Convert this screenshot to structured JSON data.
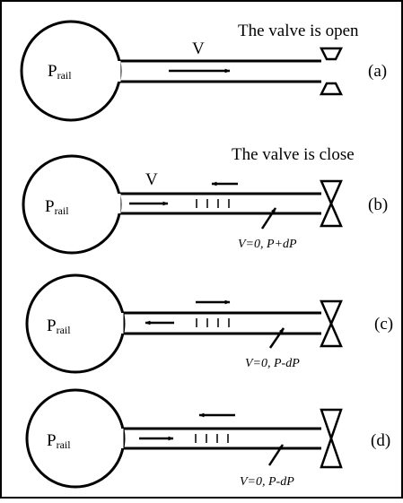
{
  "panels": [
    {
      "id": "a",
      "label": "(a)",
      "header": "The valve is open",
      "rail_main": "P",
      "rail_sub": "rail",
      "velocity_label": "V",
      "condition": "",
      "valve_state": "open"
    },
    {
      "id": "b",
      "label": "(b)",
      "header": "The valve is close",
      "rail_main": "P",
      "rail_sub": "rail",
      "velocity_label": "V",
      "condition": "V=0, P+dP",
      "valve_state": "closed"
    },
    {
      "id": "c",
      "label": "(c)",
      "header": "",
      "rail_main": "P",
      "rail_sub": "rail",
      "velocity_label": "",
      "condition": "V=0, P-dP",
      "valve_state": "closed"
    },
    {
      "id": "d",
      "label": "(d)",
      "header": "",
      "rail_main": "P",
      "rail_sub": "rail",
      "velocity_label": "",
      "condition": "V=0, P-dP",
      "valve_state": "closed"
    }
  ]
}
